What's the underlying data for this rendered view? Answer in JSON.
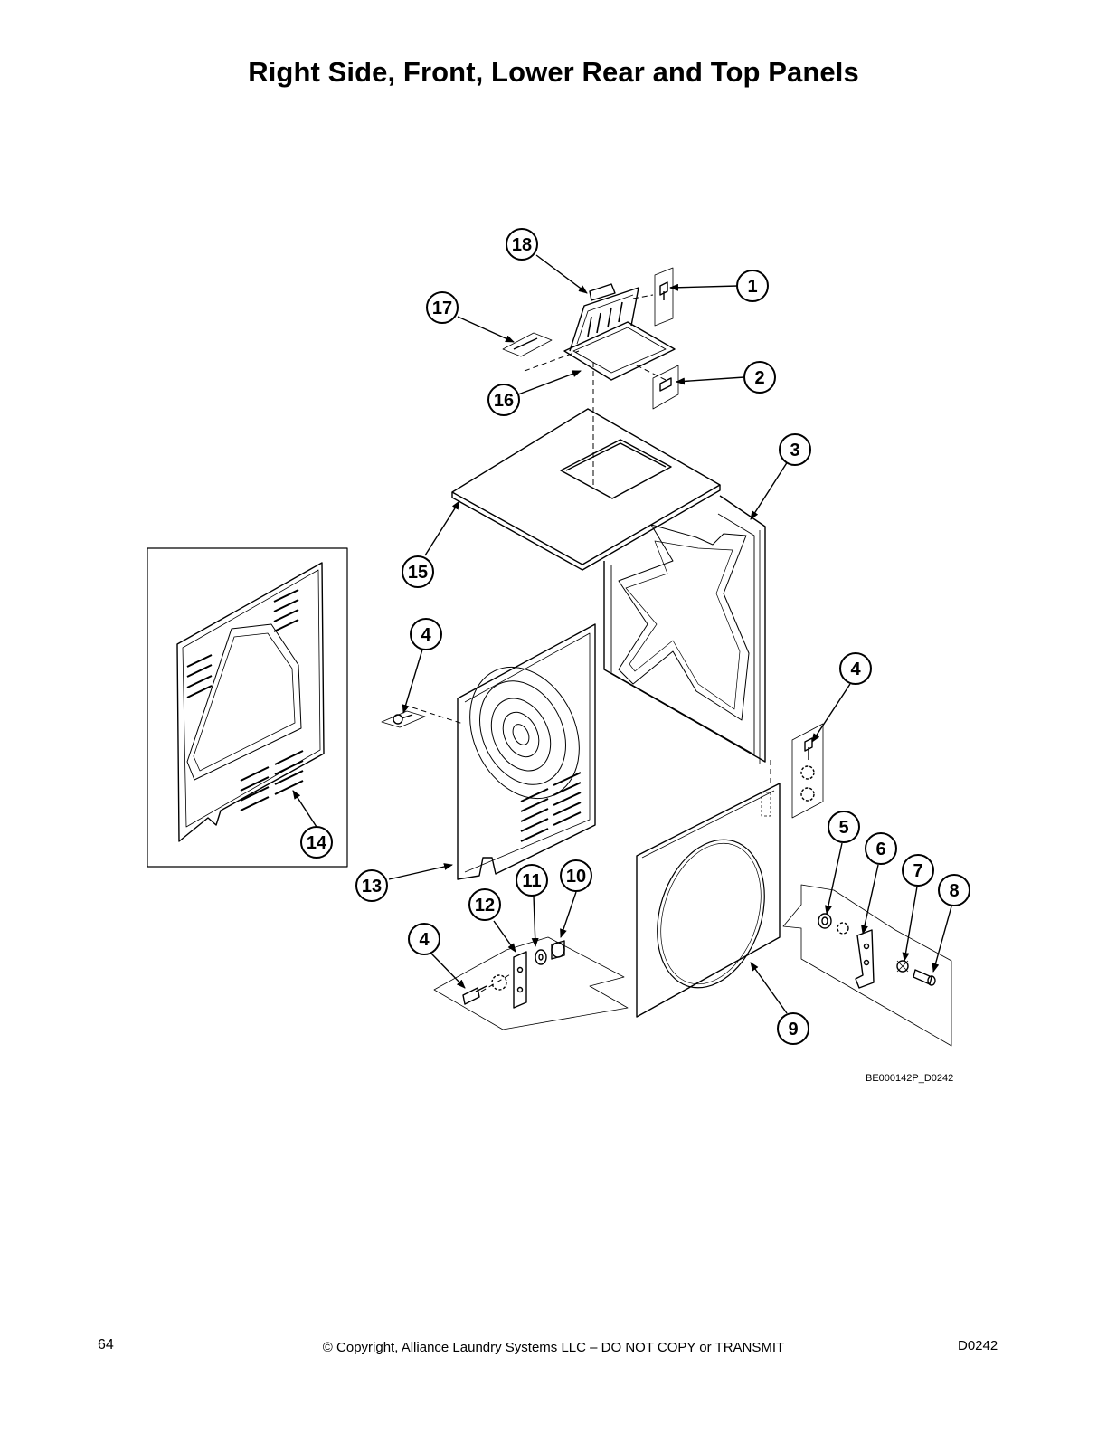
{
  "page_title": "Right Side, Front, Lower Rear and Top Panels",
  "drawing_id": "BE000142P_D0242",
  "footer": {
    "page_number": "64",
    "copyright": "© Copyright, Alliance Laundry Systems LLC – DO NOT COPY or TRANSMIT",
    "doc_code": "D0242"
  },
  "callouts": [
    {
      "id": "c1",
      "label": "1"
    },
    {
      "id": "c2",
      "label": "2"
    },
    {
      "id": "c3",
      "label": "3"
    },
    {
      "id": "c4a",
      "label": "4"
    },
    {
      "id": "c4b",
      "label": "4"
    },
    {
      "id": "c4c",
      "label": "4"
    },
    {
      "id": "c5",
      "label": "5"
    },
    {
      "id": "c6",
      "label": "6"
    },
    {
      "id": "c7",
      "label": "7"
    },
    {
      "id": "c8",
      "label": "8"
    },
    {
      "id": "c9",
      "label": "9"
    },
    {
      "id": "c10",
      "label": "10"
    },
    {
      "id": "c11",
      "label": "11"
    },
    {
      "id": "c12",
      "label": "12"
    },
    {
      "id": "c13",
      "label": "13"
    },
    {
      "id": "c14",
      "label": "14"
    },
    {
      "id": "c15",
      "label": "15"
    },
    {
      "id": "c16",
      "label": "16"
    },
    {
      "id": "c17",
      "label": "17"
    },
    {
      "id": "c18",
      "label": "18"
    }
  ]
}
